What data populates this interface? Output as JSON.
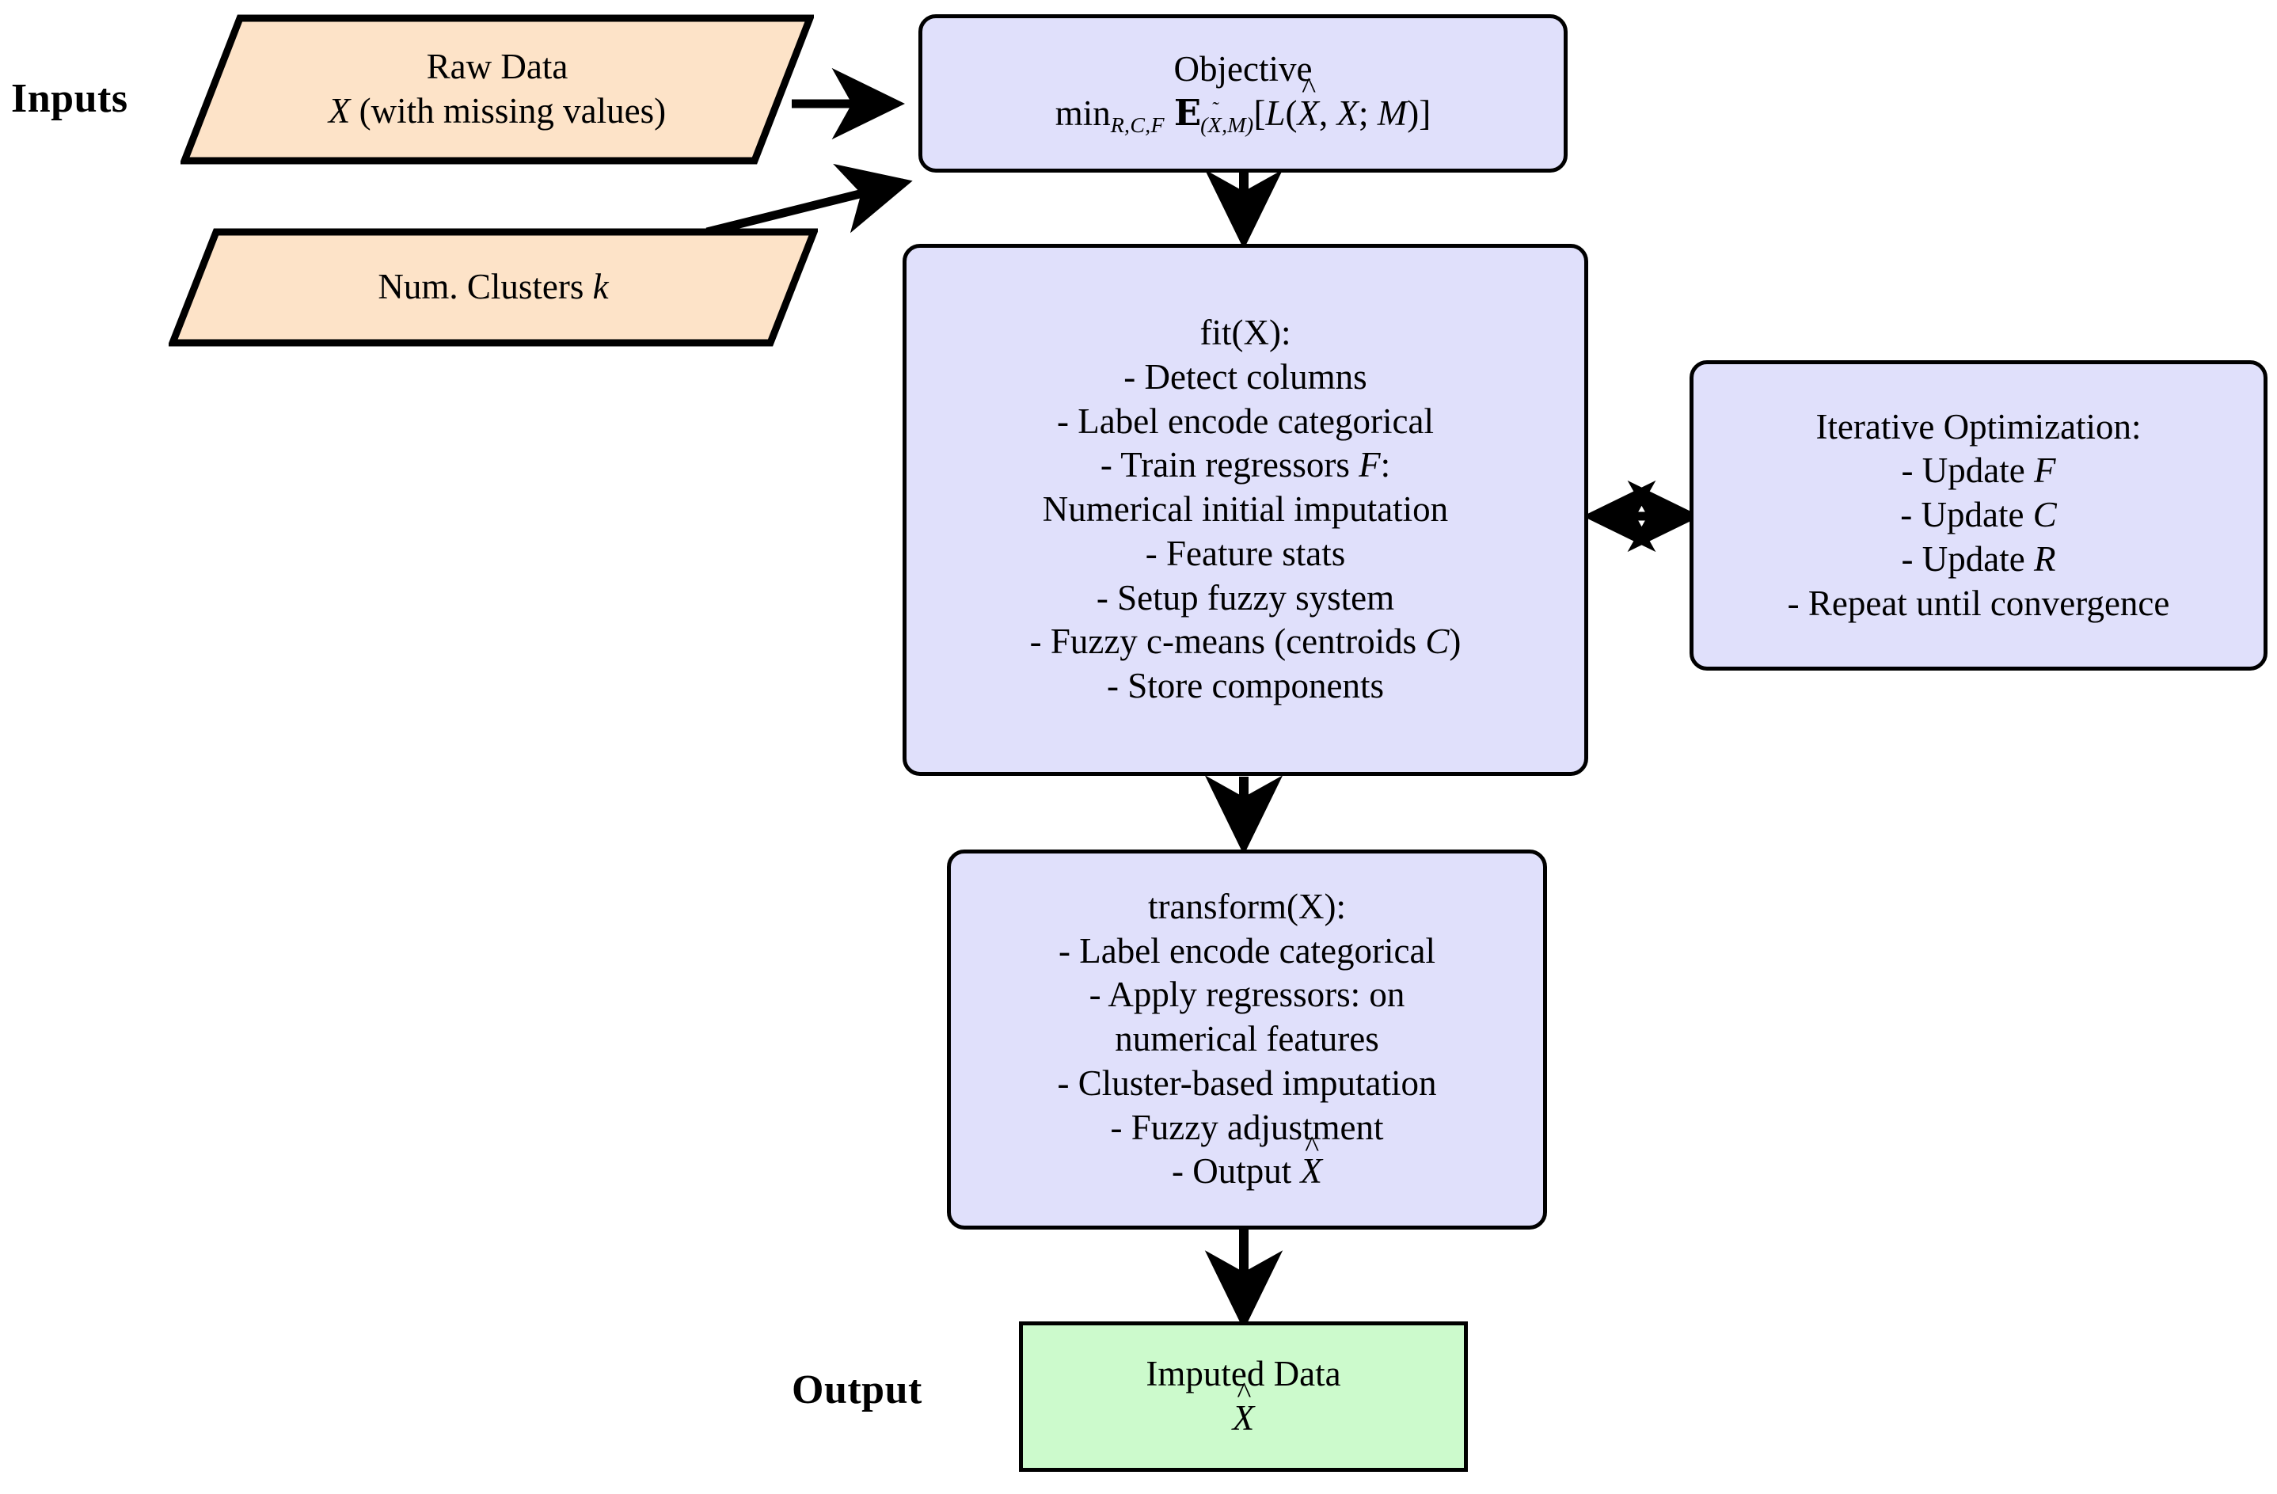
{
  "diagram": {
    "type": "flowchart",
    "title": "Fuzzy cluster-based imputation pipeline",
    "side_labels": {
      "inputs": "Inputs",
      "output": "Output"
    },
    "colors": {
      "input_fill": "#fde3c8",
      "process_fill": "#e0e0fb",
      "output_fill": "#ccfacc",
      "stroke": "#000000",
      "background": "#ffffff"
    },
    "nodes": {
      "raw_data": {
        "shape": "parallelogram",
        "lines": [
          "Raw Data",
          "X (with missing values)"
        ],
        "line1": "Raw Data",
        "line2_var": "X",
        "line2_rest": " (with missing values)"
      },
      "num_clusters": {
        "shape": "parallelogram",
        "label_prefix": "Num. Clusters ",
        "label_var": "k"
      },
      "objective": {
        "shape": "rounded-rectangle",
        "title": "Objective",
        "formula_plain": "min_{R,C,F} E_{(X̃,M)}[L(X̂, X; M)]",
        "formula_parts": {
          "min": "min",
          "min_sub": "R,C,F",
          "expectation": "E",
          "exp_sub_open": "(",
          "exp_sub_x": "X",
          "exp_sub_mid": ",M",
          "exp_sub_close": ")",
          "bracket_open": "[",
          "loss": "L",
          "paren_open": "(",
          "xhat": "X",
          "comma": ", ",
          "x": "X",
          "semicolon": "; ",
          "m": "M",
          "paren_close": ")",
          "bracket_close": "]"
        }
      },
      "fit": {
        "shape": "rounded-rectangle",
        "title": "fit(X):",
        "items": [
          "- Detect columns",
          "- Label encode categorical",
          "- Train regressors F:",
          "Numerical initial imputation",
          "- Feature stats",
          "- Setup fuzzy system",
          "- Fuzzy c-means (centroids C)",
          "- Store components"
        ]
      },
      "iterative": {
        "shape": "rounded-rectangle",
        "title": "Iterative Optimization:",
        "items": [
          "- Update F",
          "- Update C",
          "- Update R",
          "- Repeat until convergence"
        ]
      },
      "transform": {
        "shape": "rounded-rectangle",
        "title": "transform(X):",
        "items": [
          "- Label encode categorical",
          "- Apply regressors: on",
          "numerical features",
          "- Cluster-based imputation",
          "- Fuzzy adjustment",
          "- Output X"
        ]
      },
      "imputed_data": {
        "shape": "rectangle",
        "line1": "Imputed Data",
        "line2_var": "X"
      }
    },
    "edges": [
      {
        "from": "raw_data",
        "to": "objective",
        "style": "arrow"
      },
      {
        "from": "num_clusters",
        "to": "objective",
        "style": "arrow"
      },
      {
        "from": "objective",
        "to": "fit",
        "style": "arrow"
      },
      {
        "from": "fit",
        "to": "iterative",
        "style": "double-arrow"
      },
      {
        "from": "fit",
        "to": "transform",
        "style": "arrow"
      },
      {
        "from": "transform",
        "to": "imputed_data",
        "style": "arrow"
      }
    ]
  }
}
